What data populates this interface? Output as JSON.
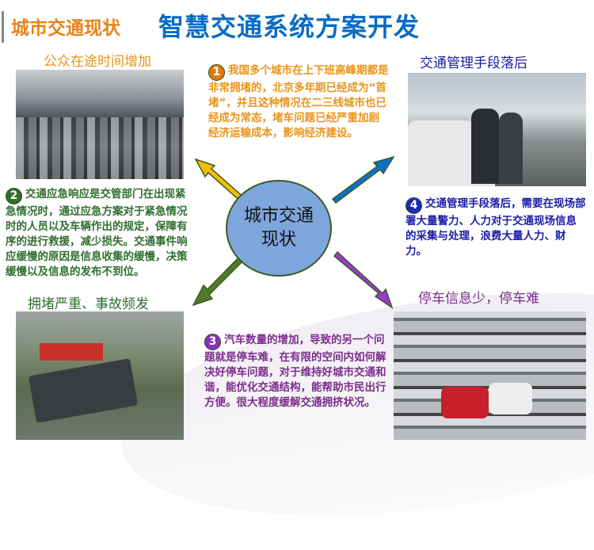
{
  "header": {
    "section_title": "城市交通现状",
    "main_title": "智慧交通系统方案开发"
  },
  "center": {
    "line1": "城市交通",
    "line2": "现状"
  },
  "panels": [
    {
      "heading": "公众在途时间增加",
      "number": "1",
      "text": "我国多个城市在上下班高峰期都是非常拥堵的，北京多年期已经成为“首堵”，并且这种情况在二三线城市也已经成为常态，堵车问题已经严重加剧经济运输成本，影响经济建设。",
      "color": "#e8941a"
    },
    {
      "heading": "拥堵严重、事故频发",
      "number": "2",
      "text": "交通应急响应是交管部门在出现紧急情况时，通过应急方案对于紧急情况时的人员以及车辆作出的规定，保障有序的进行救援，减少损失。交通事件响应缓慢的原因是信息收集的缓慢，决策缓慢以及信息的发布不到位。",
      "color": "#2f6e2f"
    },
    {
      "heading": "停车信息少，停车难",
      "number": "3",
      "text": "汽车数量的增加，导致的另一个问题就是停车难，在有限的空间内如何解决好停车问题，对于维持好城市交通和谐，能优化交通结构，能帮助市民出行方便。很大程度缓解交通拥挤状况。",
      "color": "#7b2d8c"
    },
    {
      "heading": "交通管理手段落后",
      "number": "4",
      "text": "交通管理手段落后，需要在现场部署大量警力、人力对于交通现场信息的采集与处理，浪费大量人力、财力。",
      "color": "#1c1ca8"
    }
  ]
}
